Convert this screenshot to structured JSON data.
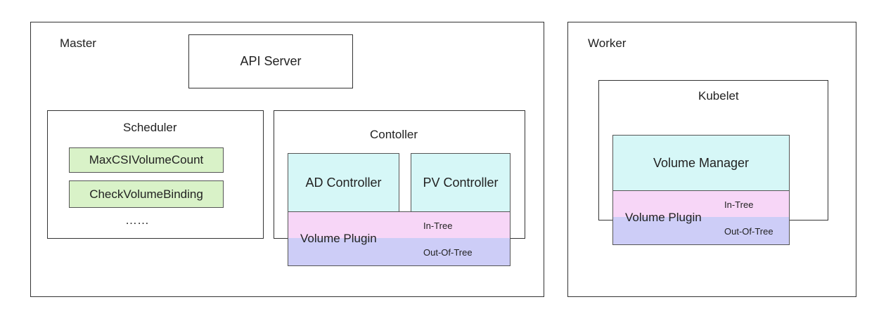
{
  "master": {
    "label": "Master",
    "api_server": "API Server",
    "scheduler": {
      "title": "Scheduler",
      "plugins": [
        "MaxCSIVolumeCount",
        "CheckVolumeBinding"
      ],
      "more": "……"
    },
    "controller": {
      "title": "Contoller",
      "ad_controller": "AD Controller",
      "pv_controller": "PV Controller",
      "volume_plugin": {
        "name": "Volume Plugin",
        "in_tree": "In-Tree",
        "out_of_tree": "Out-Of-Tree"
      }
    }
  },
  "worker": {
    "label": "Worker",
    "kubelet": {
      "title": "Kubelet",
      "volume_manager": "Volume Manager",
      "volume_plugin": {
        "name": "Volume Plugin",
        "in_tree": "In-Tree",
        "out_of_tree": "Out-Of-Tree"
      }
    }
  },
  "colors": {
    "scheduler_plugin": "#d9f2c8",
    "controller_box": "#d6f7f7",
    "in_tree": "#f7d6f7",
    "out_of_tree": "#cdcdf7"
  }
}
